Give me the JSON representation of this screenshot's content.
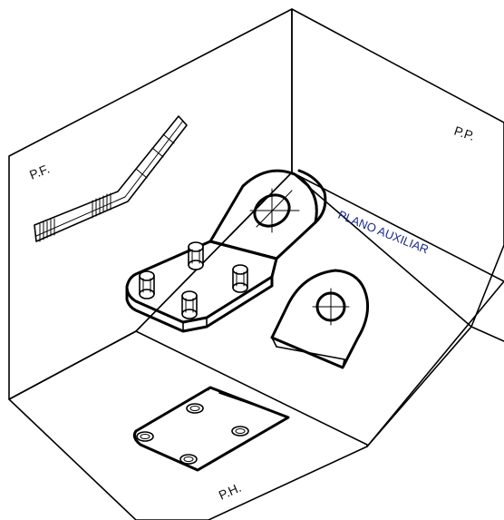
{
  "labels": {
    "frontal_plane": "P.F.",
    "profile_plane": "P.P.",
    "horizontal_plane": "P.H.",
    "auxiliary_plane": "PLANO AUXILIAR"
  },
  "colors": {
    "line": "#000000",
    "auxiliary_label": "#1b2a8c",
    "background": "#ffffff"
  }
}
